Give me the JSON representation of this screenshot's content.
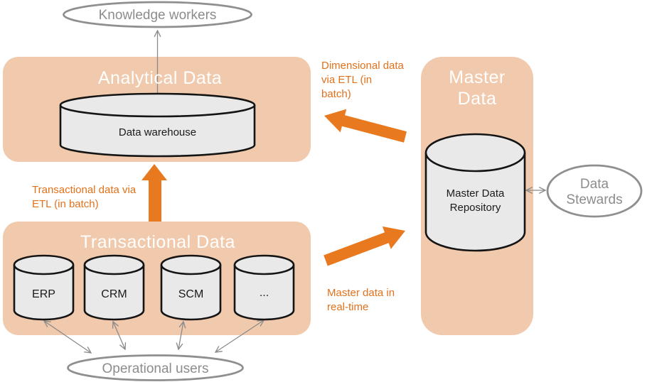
{
  "colors": {
    "container_fill": "#f1c9ac",
    "arrow_orange": "#e8791e",
    "annotation_text": "#e2711c",
    "cylinder_fill": "#e9e9e9",
    "cylinder_stroke": "#141414",
    "actor_stroke": "#8f8f8f",
    "actor_text": "#8c8c8c",
    "connector": "#8a8a8a",
    "container_title": "#ffffff"
  },
  "actors": {
    "knowledge_workers": "Knowledge workers",
    "operational_users": "Operational users",
    "data_stewards": {
      "line1": "Data",
      "line2": "Stewards"
    }
  },
  "analytical": {
    "title": "Analytical Data",
    "warehouse_label": "Data warehouse"
  },
  "transactional": {
    "title": "Transactional Data",
    "systems": [
      "ERP",
      "CRM",
      "SCM",
      "..."
    ]
  },
  "master": {
    "title_line1": "Master",
    "title_line2": "Data",
    "repository_line1": "Master Data",
    "repository_line2": "Repository"
  },
  "annotations": {
    "dimensional": {
      "line1": "Dimensional data",
      "line2": "via ETL (in",
      "line3": "batch)"
    },
    "transactional_etl": {
      "line1": "Transactional data via",
      "line2": "ETL (in batch)"
    },
    "master_realtime": {
      "line1": "Master data in",
      "line2": "real-time"
    }
  }
}
